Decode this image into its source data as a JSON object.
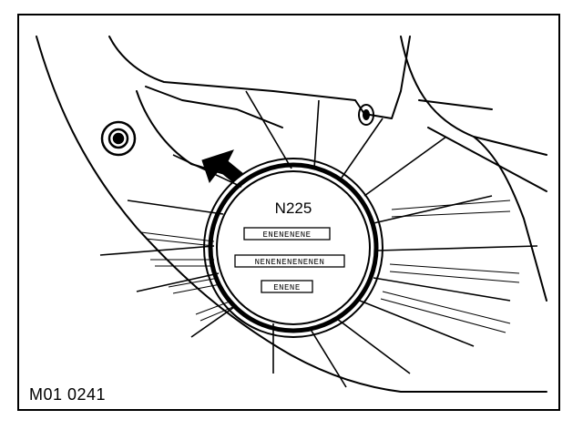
{
  "figure": {
    "reference_code": "M01 0241"
  },
  "plate": {
    "title": "N225",
    "rows": [
      "ENENENENE",
      "NENENENENENEN",
      "ENENE"
    ]
  }
}
